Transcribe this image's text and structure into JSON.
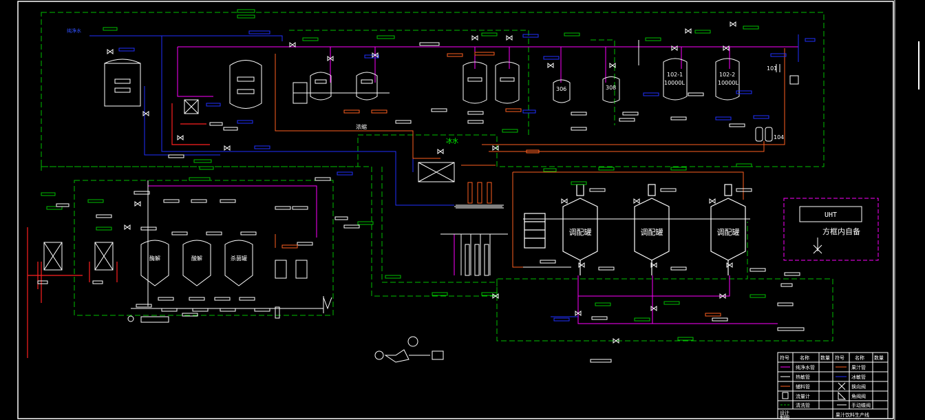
{
  "labels": {
    "pure_water": "纯净水",
    "tank_101": "101",
    "tank_102_1": "102-1",
    "tank_102_1_vol": "10000L",
    "tank_102_2": "102-2",
    "tank_102_2_vol": "10000L",
    "tank_104": "104",
    "tank_308": "308",
    "tank_306": "306",
    "evap_label": "浓缩",
    "ice_water": "冰水",
    "blend_tank_1": "调配罐",
    "blend_tank_2": "调配罐",
    "blend_tank_3": "调配罐",
    "uht_title": "UHT",
    "uht_note": "方框内自备",
    "small_tank_1": "酶解",
    "small_tank_2": "酸解",
    "small_tank_3": "杀菌罐"
  },
  "legend": {
    "header": [
      "符号",
      "名称",
      "数量",
      "符号",
      "名称",
      "数量"
    ],
    "rows": [
      {
        "left": "纯净水管",
        "right": "果汁管"
      },
      {
        "left": "热敏管",
        "right": "冰敏管"
      },
      {
        "left": "辅料管",
        "right": "换向阀"
      },
      {
        "left": "流量计",
        "right": "角阀阀"
      },
      {
        "left": "清洗管",
        "right": "手动蝶阀"
      }
    ],
    "footer_left_1": "设计",
    "footer_left_2": "制图",
    "footer_title": "果汁饮料生产线"
  },
  "colors": {
    "green_dash": "#00c000",
    "white_line": "#ffffff",
    "magenta": "#ff00ff",
    "blue": "#2030ff",
    "orange": "#ff6020",
    "red": "#ff2020",
    "cyan": "#00ffff"
  }
}
